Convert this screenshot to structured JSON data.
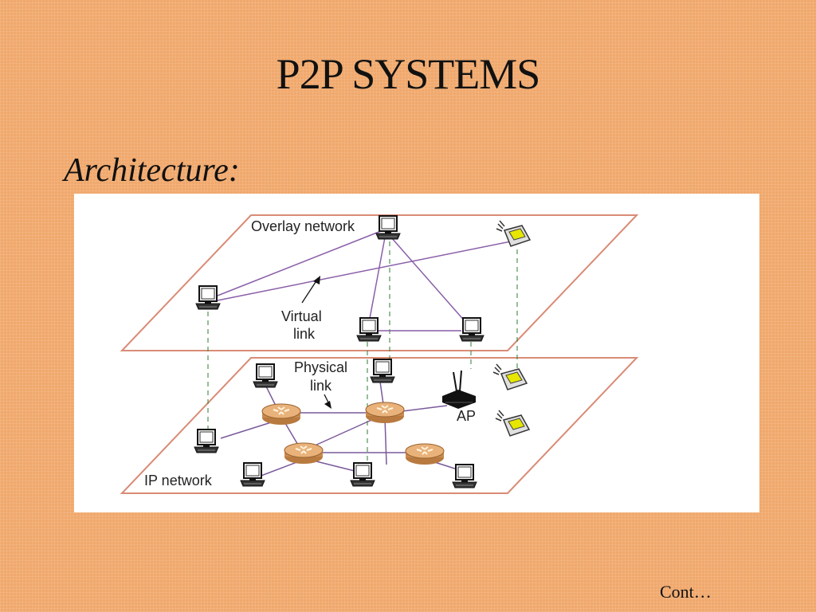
{
  "slide": {
    "title": "P2P SYSTEMS",
    "subtitle": "Architecture:",
    "footer": "Cont…"
  },
  "diagram": {
    "overlay_label": "Overlay network",
    "virtual_link_label_line1": "Virtual",
    "virtual_link_label_line2": "link",
    "physical_link_label_line1": "Physical",
    "physical_link_label_line2": "link",
    "ap_label": "AP",
    "ip_label": "IP network"
  },
  "colors": {
    "plane_edge": "#d98b76",
    "virtual_link": "#8a5fa8",
    "physical_link": "#7a5a9a",
    "mapping_dash": "#2e7d32",
    "router_fill": "#d99a5a"
  }
}
